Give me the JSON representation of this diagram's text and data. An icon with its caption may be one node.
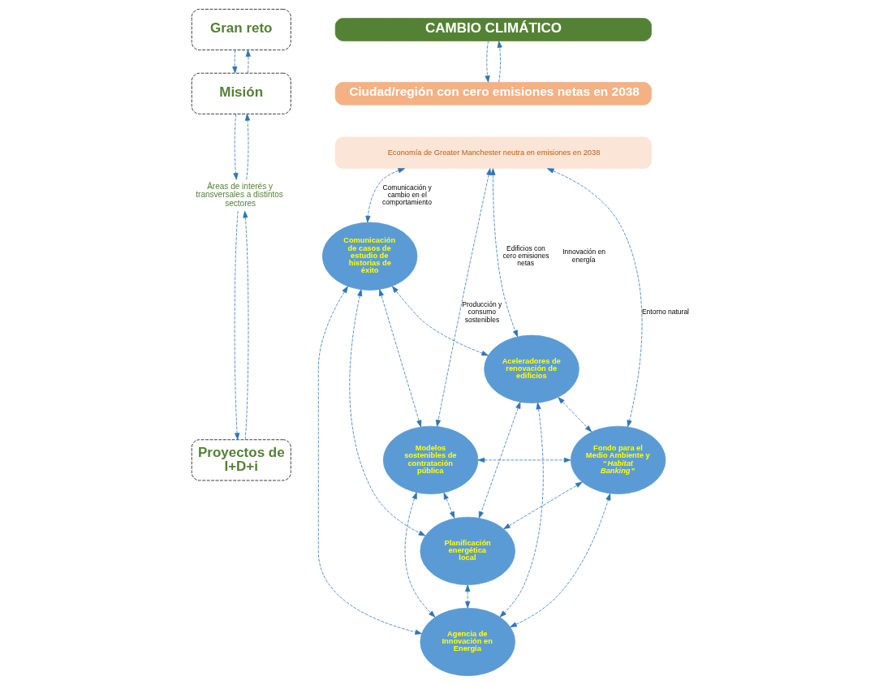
{
  "diagram": {
    "nodes": [
      {
        "text": [
          "Gran reto"
        ]
      },
      {
        "text": [
          "CAMBIO CLIMÁTICO"
        ]
      },
      {
        "text": [
          "Misión"
        ]
      },
      {
        "text": [
          "Ciudad/región con cero emisiones netas en 2038"
        ]
      },
      {
        "text": [
          "Economía de Greater Manchester neutra en emisiones en 2038"
        ]
      },
      {
        "text": [
          "Áreas de interés y transversales a distintos sectores"
        ]
      },
      {
        "text": [
          "Proyectos de I+D+i"
        ]
      },
      {
        "text": [
          "Comunicación de casos de estudio de historias de éxito"
        ]
      },
      {
        "text": [
          "Aceleradores de renovación de edificios"
        ]
      },
      {
        "text": [
          "Modelos sostenibles de contratación pública"
        ]
      },
      {
        "text": [
          "Fondo para el Medio Ambiente y “*Habitat Banking*”"
        ]
      },
      {
        "text": [
          "Planificación energética local"
        ]
      },
      {
        "text": [
          "Agencia de Innovación en Energía"
        ]
      }
    ],
    "edges": [
      {
        "from": 0,
        "to": 2,
        "arrow": "to",
        "style": "dashed"
      },
      {
        "from": 2,
        "to": 0,
        "arrow": "to",
        "style": "dashed"
      },
      {
        "from": 2,
        "to": 5,
        "arrow": "to",
        "style": "dashed"
      },
      {
        "from": 5,
        "to": 2,
        "arrow": "to",
        "style": "dashed"
      },
      {
        "from": 5,
        "to": 6,
        "arrow": "to",
        "style": "dashed"
      },
      {
        "from": 6,
        "to": 5,
        "arrow": "to",
        "style": "dashed"
      },
      {
        "from": 1,
        "to": 3,
        "arrow": "to",
        "style": "dashed"
      },
      {
        "from": 3,
        "to": 1,
        "arrow": "to",
        "style": "dashed"
      },
      {
        "from": 4,
        "to": 9,
        "arrow": "both",
        "style": "dashed",
        "label": "Producción y consumo sostenibles"
      },
      {
        "from": 4,
        "to": 7,
        "arrow": "both",
        "style": "dashed",
        "label": "Comunicación y cambio en el comportamiento"
      },
      {
        "from": 4,
        "to": 8,
        "arrow": "both",
        "style": "dashed",
        "label": "Edificios con cero emisiones netas"
      },
      {
        "from": 4,
        "to": 10,
        "arrow": "both",
        "style": "dashed",
        "label": "Entorno natural"
      },
      {
        "from": 7,
        "to": 9,
        "arrow": "both",
        "style": "dashed"
      },
      {
        "from": 7,
        "to": 8,
        "arrow": "both",
        "style": "dashed"
      },
      {
        "from": 8,
        "to": 10,
        "arrow": "both",
        "style": "dashed"
      },
      {
        "from": 9,
        "to": 11,
        "arrow": "both",
        "style": "dashed"
      },
      {
        "from": 7,
        "to": 11,
        "arrow": "both",
        "style": "dashed"
      },
      {
        "from": 7,
        "to": 12,
        "arrow": "both",
        "style": "dashed"
      },
      {
        "from": 8,
        "to": 11,
        "arrow": "both",
        "style": "dashed"
      },
      {
        "from": 8,
        "to": 12,
        "arrow": "both",
        "style": "dashed"
      },
      {
        "from": 11,
        "to": 12,
        "arrow": "both",
        "style": "dashed"
      },
      {
        "from": 12,
        "to": 10,
        "arrow": "both",
        "style": "dashed"
      },
      {
        "from": 9,
        "to": 12,
        "arrow": "both",
        "style": "dashed"
      },
      {
        "from": 9,
        "to": 10,
        "arrow": "both",
        "style": "dashed"
      },
      {
        "from": 11,
        "to": 10,
        "arrow": "both",
        "style": "dashed"
      }
    ],
    "labels": [
      "Innovación en energía"
    ]
  }
}
